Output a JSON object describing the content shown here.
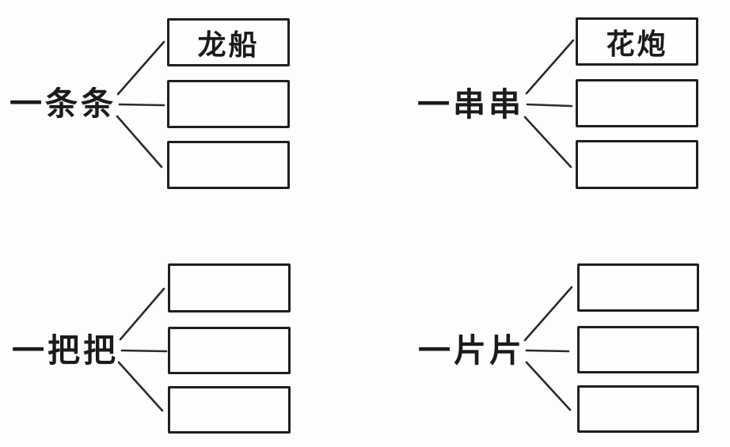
{
  "worksheet": {
    "exercise_type": "measure-word-matching",
    "groups": [
      {
        "measure_word": "一条条",
        "boxes": [
          "龙船",
          "",
          ""
        ]
      },
      {
        "measure_word": "一串串",
        "boxes": [
          "花炮",
          "",
          ""
        ]
      },
      {
        "measure_word": "一把把",
        "boxes": [
          "",
          "",
          ""
        ]
      },
      {
        "measure_word": "一片片",
        "boxes": [
          "",
          "",
          ""
        ]
      }
    ]
  }
}
